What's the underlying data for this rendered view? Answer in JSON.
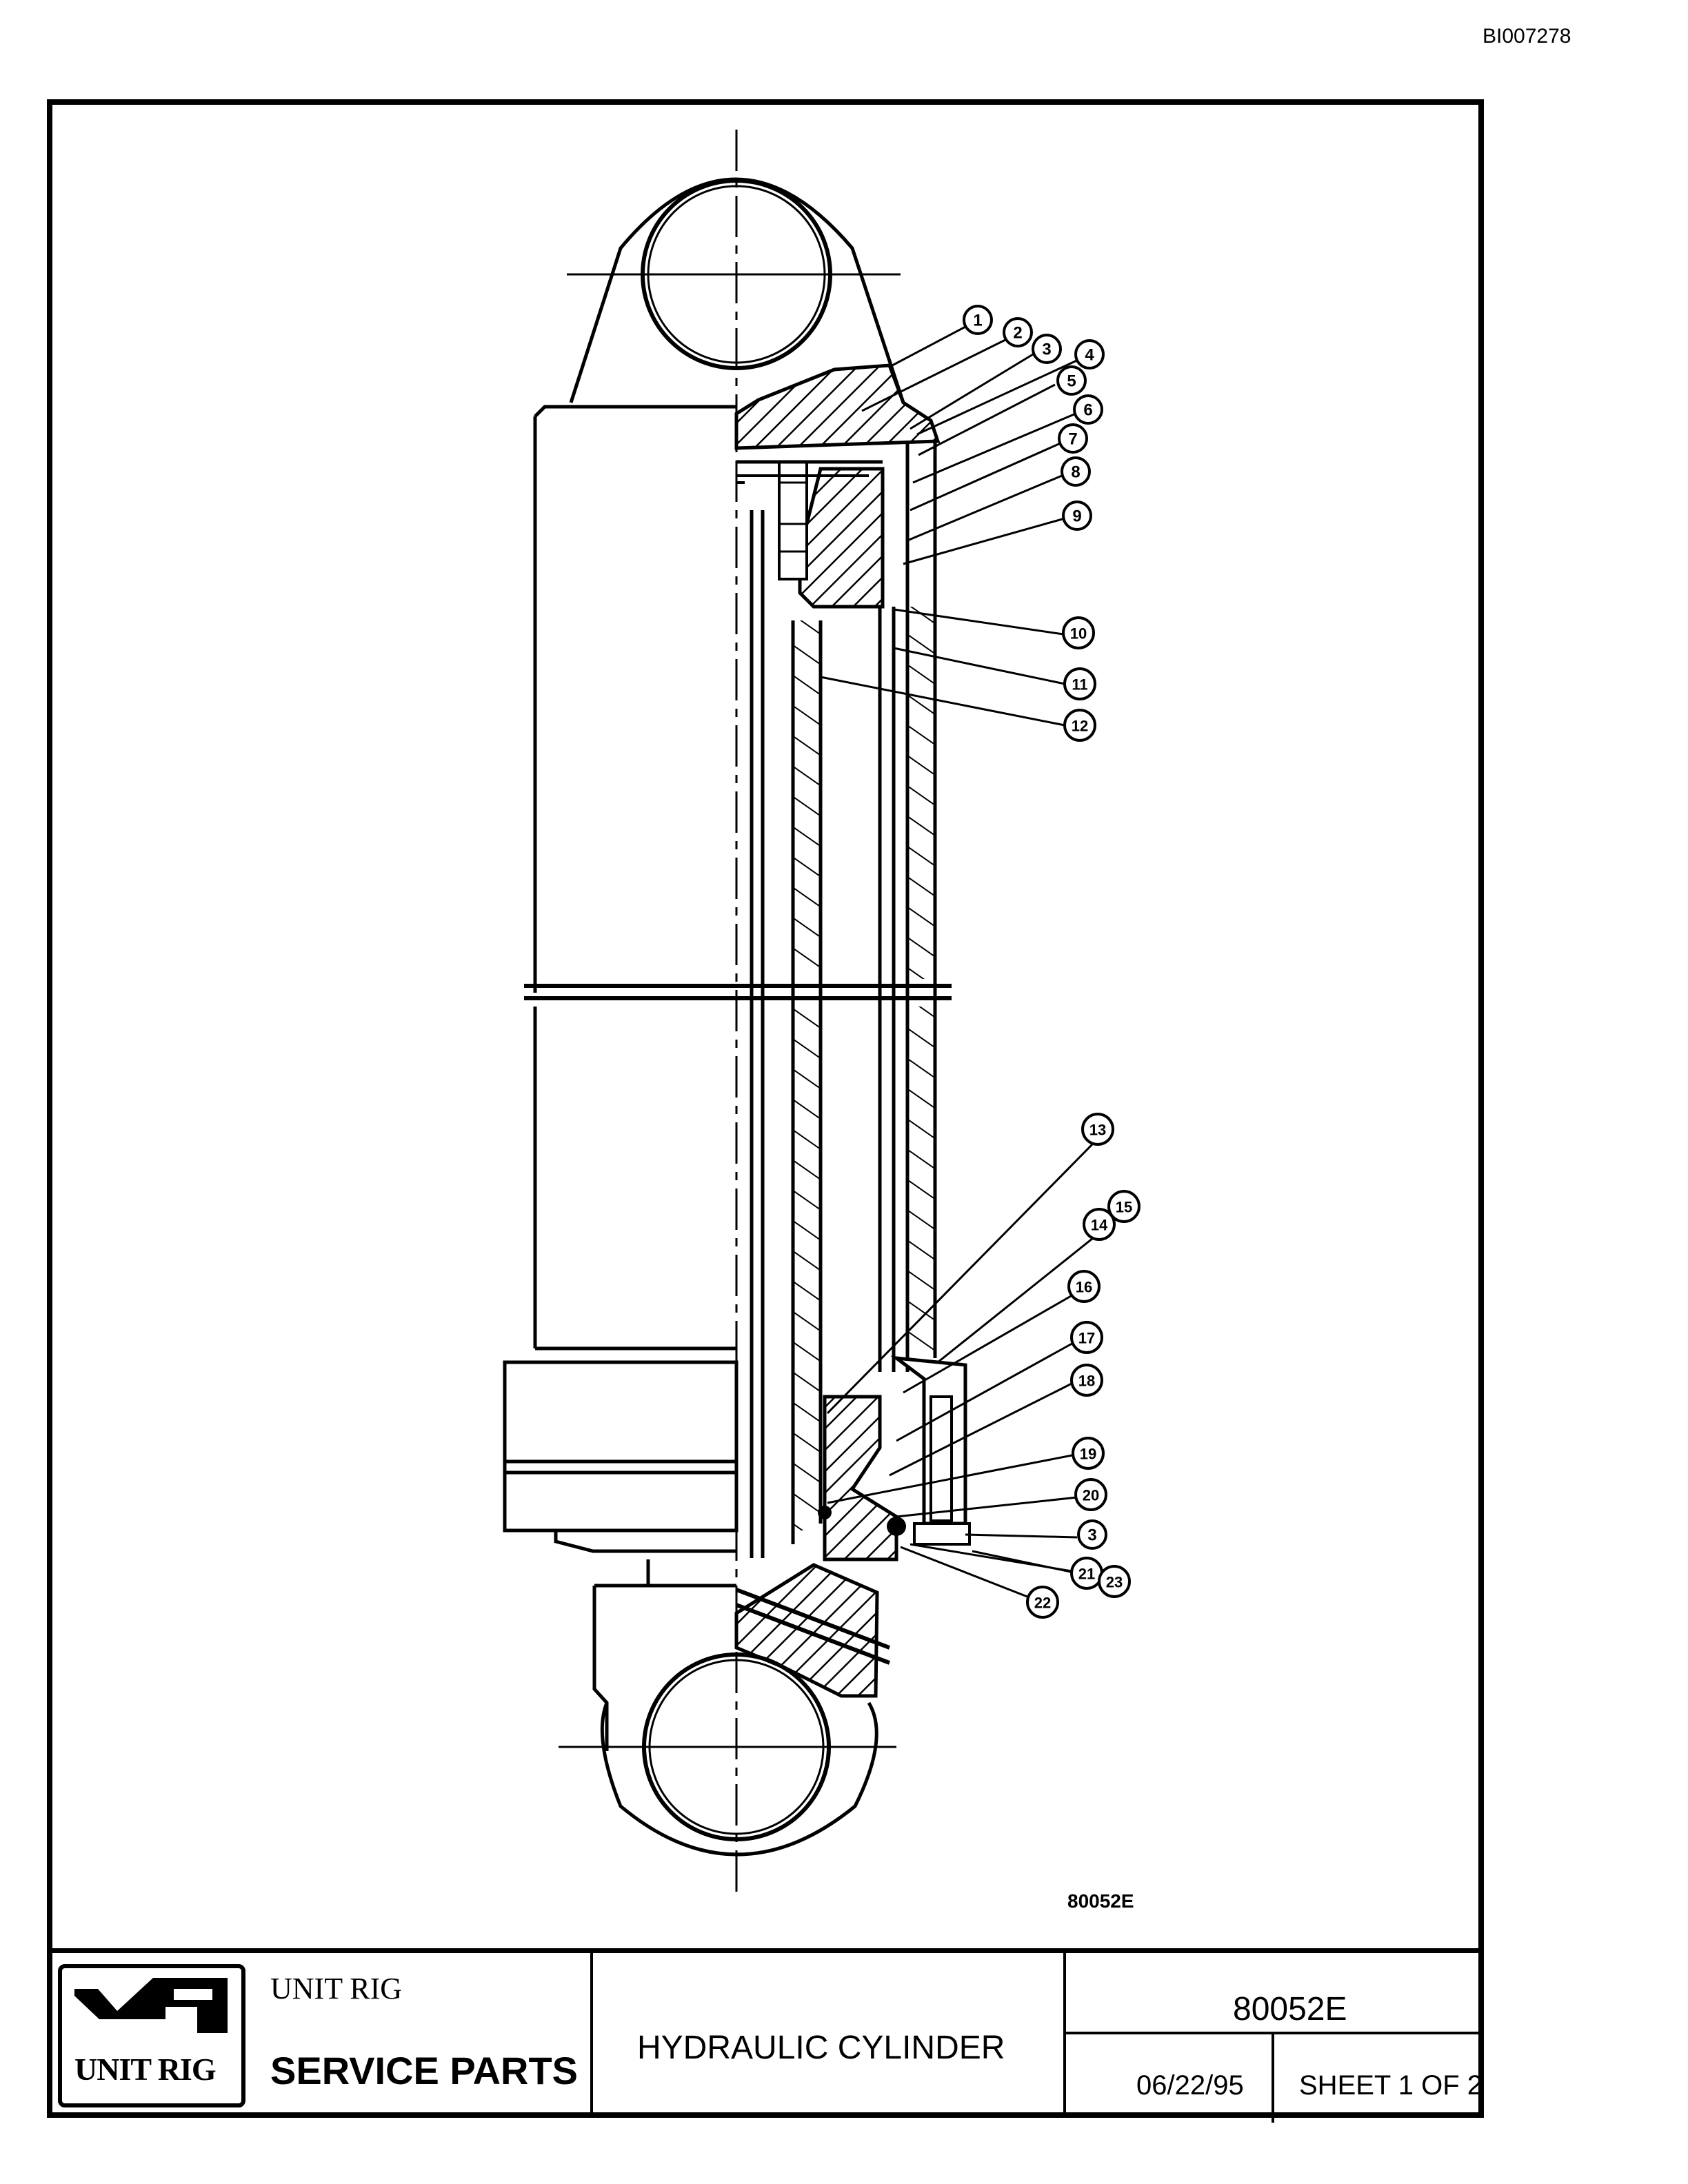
{
  "document_id": "BI007278",
  "figure_number": "80052E",
  "callouts": [
    "1",
    "2",
    "3",
    "4",
    "5",
    "6",
    "7",
    "8",
    "9",
    "10",
    "11",
    "12",
    "13",
    "14",
    "15",
    "16",
    "17",
    "18",
    "19",
    "20",
    "3",
    "21",
    "22",
    "23"
  ],
  "title_block": {
    "company": "UNIT RIG",
    "logo_text": "UNIT RIG",
    "category": "SERVICE PARTS",
    "description": "HYDRAULIC CYLINDER",
    "drawing_number": "80052E",
    "date": "06/22/95",
    "sheet": "SHEET 1 OF 2"
  },
  "colors": {
    "line": "#000000",
    "background": "#ffffff"
  }
}
